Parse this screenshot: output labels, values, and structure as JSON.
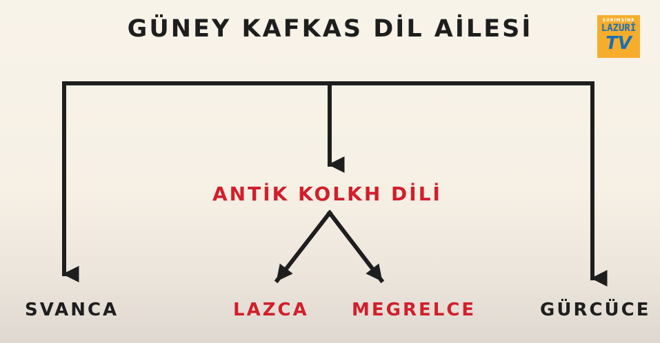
{
  "title": "GÜNEY KAFKAS DİL AİLESİ",
  "nodes": {
    "middle": "ANTİK KOLKH DİLİ",
    "svan": "SVANCA",
    "laz": "LAZCA",
    "megrel": "MEGRELCE",
    "georgian": "GÜRCÜCE"
  },
  "logo": {
    "line1": "ŞURİMŞİNE",
    "line2": "LAZURİ",
    "line3": "TV"
  },
  "colors": {
    "background": "#f8f3e9",
    "text_dark": "#1e1e1e",
    "text_red": "#d11f2b",
    "logo_bg": "#f6ad2c",
    "logo_blue": "#1b6fb5"
  }
}
